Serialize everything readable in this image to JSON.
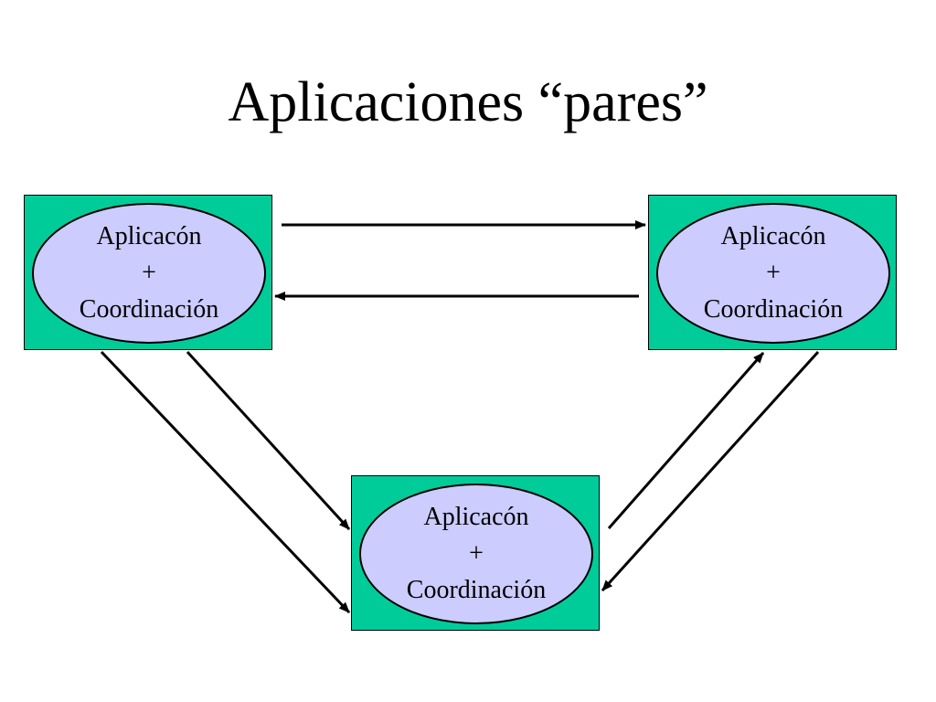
{
  "slide": {
    "title": "Aplicaciones “pares”"
  },
  "colors": {
    "box_fill": "#00cc99",
    "ellipse_fill": "#ccccff",
    "stroke": "#000000"
  },
  "nodes": {
    "left": {
      "line1": "Aplicacón",
      "line2": "+",
      "line3": "Coordinación"
    },
    "right": {
      "line1": "Aplicacón",
      "line2": "+",
      "line3": "Coordinación"
    },
    "bottom": {
      "line1": "Aplicacón",
      "line2": "+",
      "line3": "Coordinación"
    }
  }
}
